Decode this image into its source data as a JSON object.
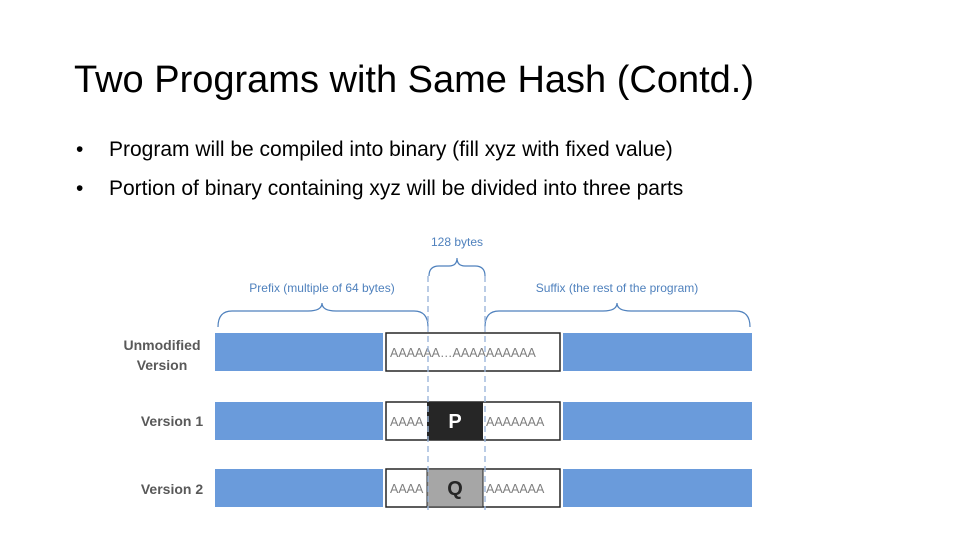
{
  "slide": {
    "title": "Two Programs with Same Hash (Contd.)",
    "bullets": [
      "Program will be compiled into binary (fill xyz with fixed value)",
      "Portion of binary containing xyz will be divided into three parts"
    ]
  },
  "diagram": {
    "middle_label": "128 bytes",
    "prefix_label": "Prefix (multiple of 64 bytes)",
    "suffix_label": "Suffix (the rest of the program)",
    "rows": [
      {
        "label_lines": [
          "Unmodified",
          "Version"
        ],
        "middle_text": "AAAAAA…AAAAAAAAAA",
        "block_letter": ""
      },
      {
        "label_lines": [
          "Version 1"
        ],
        "left_text": "AAAA",
        "right_text": "AAAAAAA",
        "block_letter": "P"
      },
      {
        "label_lines": [
          "Version 2"
        ],
        "left_text": "AAAA",
        "right_text": "AAAAAAA",
        "block_letter": "Q"
      }
    ],
    "colors": {
      "blue_bar": "#6A9BDB",
      "accent_text": "#4F81BD",
      "block_p": "#262626",
      "block_q": "#A6A6A6",
      "row_label": "#595959",
      "a_text": "#7F7F7F"
    }
  }
}
